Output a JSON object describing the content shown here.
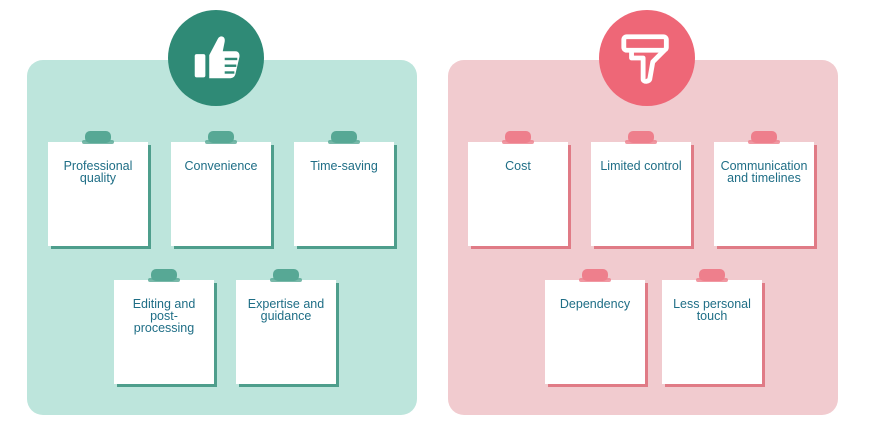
{
  "pros": {
    "icon": "thumbs-up-icon",
    "color": "#2f8a76",
    "panel_color": "#bde5dc",
    "items": [
      "Professional quality",
      "Convenience",
      "Time-saving",
      "Editing and post-processing",
      "Expertise and guidance"
    ]
  },
  "cons": {
    "icon": "thumbs-down-icon",
    "color": "#ee6777",
    "panel_color": "#f1cbcf",
    "items": [
      "Cost",
      "Limited control",
      "Communication and timelines",
      "Dependency",
      "Less personal touch"
    ]
  }
}
